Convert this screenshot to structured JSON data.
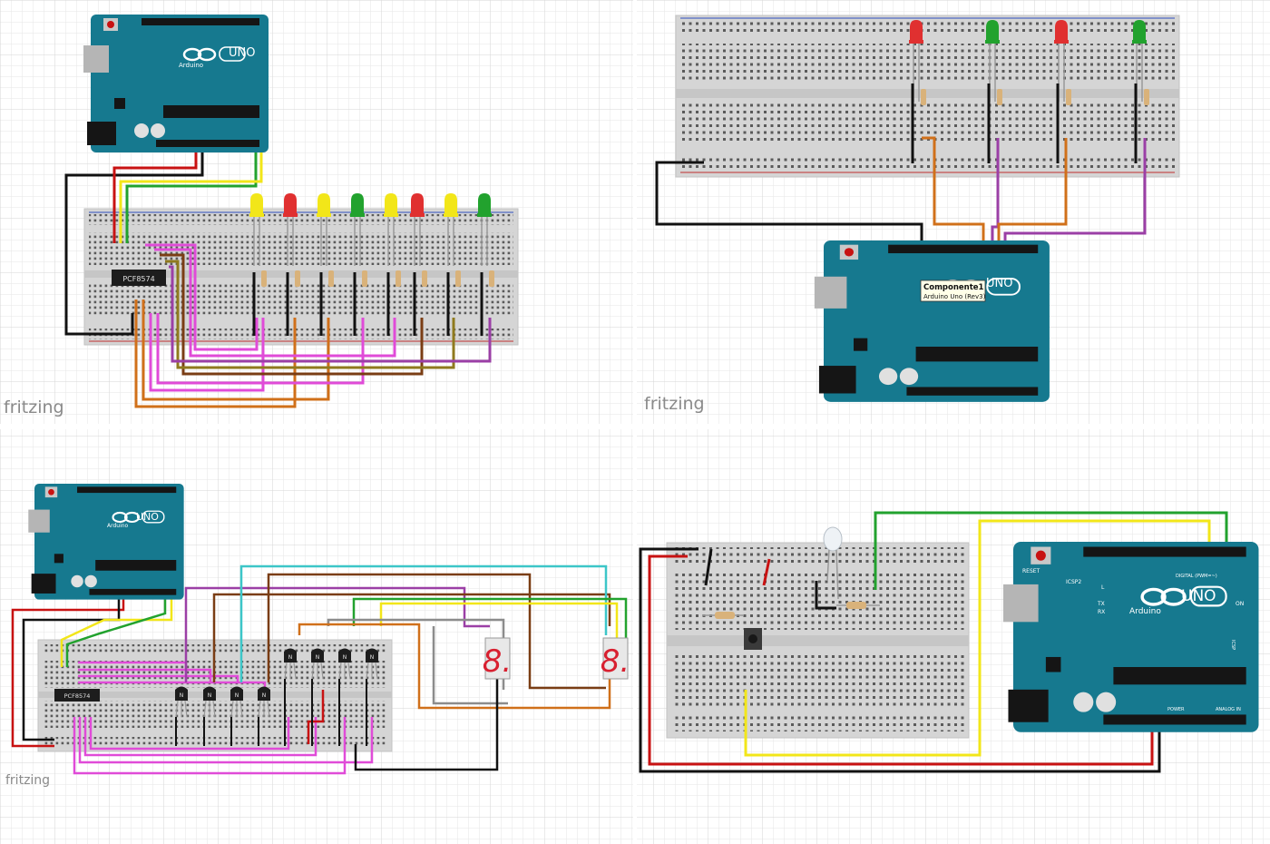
{
  "watermark": "fritzing",
  "arduino": {
    "brand": "Arduino",
    "model": "UNO",
    "reset_label": "RESET",
    "icsp_label": "ICSP2",
    "icsp_label_right": "ICSP",
    "digital_label": "DIGITAL (PWM=~)",
    "power_label": "POWER",
    "analog_label": "ANALOG IN",
    "on_label": "ON",
    "tx_label": "TX",
    "rx_label": "RX",
    "l_label": "L"
  },
  "ic": {
    "label": "PCF8574"
  },
  "tooltip": {
    "title": "Componente1",
    "subtitle": "Arduino Uno (Rev3)"
  },
  "transistor_label": "N",
  "seven_seg_digit": "8.",
  "colors": {
    "grid": "#e4e4e4",
    "board": "#16798f",
    "breadboard": "#d4d4d4",
    "black": "#111111",
    "red": "#c81212",
    "green": "#22a22e",
    "yellow": "#f2e619",
    "orange": "#d0701a",
    "purple": "#9b3fa6",
    "magenta": "#e04bd8",
    "brown": "#7a3d14",
    "cyan": "#3cc6c8",
    "grey": "#8c8c8c",
    "olive": "#8f7a1e"
  }
}
